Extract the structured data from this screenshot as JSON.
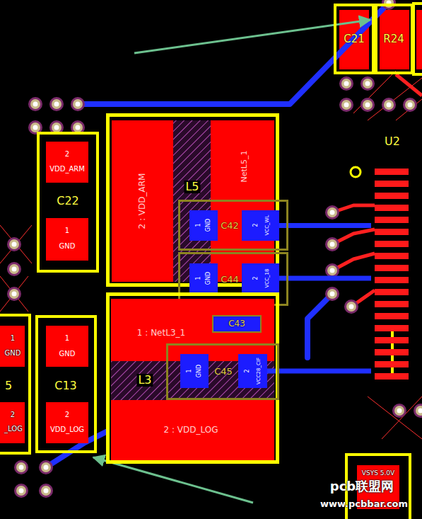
{
  "diagram": {
    "nodes": [
      {
        "text": [
          "C21"
        ]
      },
      {
        "text": [
          "R24"
        ]
      },
      {
        "text": [
          "U2"
        ]
      },
      {
        "text": [
          "C22"
        ]
      },
      {
        "text": [
          "2",
          "VDD_ARM"
        ],
        "in": 3
      },
      {
        "text": [
          "1",
          "GND"
        ],
        "in": 3
      },
      {
        "text": [
          "L5"
        ]
      },
      {
        "text": [
          "2 : VDD_ARM"
        ],
        "in": 6
      },
      {
        "text": [
          "NetL5_1"
        ],
        "in": 6
      },
      {
        "text": [
          "C42"
        ],
        "in": 6
      },
      {
        "text": [
          "1",
          "GND"
        ],
        "in": 9
      },
      {
        "text": [
          "2",
          "VCC_WL"
        ],
        "in": 9
      },
      {
        "text": [
          "C44"
        ],
        "in": 6
      },
      {
        "text": [
          "1",
          "GND"
        ],
        "in": 12
      },
      {
        "text": [
          "2",
          "VCC_18"
        ],
        "in": 12
      },
      {
        "text": [
          "C13"
        ]
      },
      {
        "text": [
          "1",
          "GND"
        ],
        "in": 15
      },
      {
        "text": [
          "2",
          "VDD_LOG"
        ],
        "in": 15
      },
      {
        "text": [
          "L3"
        ]
      },
      {
        "text": [
          "1 : NetL3_1"
        ],
        "in": 18
      },
      {
        "text": [
          "C43"
        ],
        "in": 18
      },
      {
        "text": [
          "C45"
        ],
        "in": 18
      },
      {
        "text": [
          "1",
          "GND"
        ],
        "in": 21
      },
      {
        "text": [
          "2",
          "VCC28_CIF"
        ],
        "in": 21
      },
      {
        "text": [
          "2 : VDD_LOG"
        ],
        "in": 18
      }
    ],
    "edges": [
      {
        "from": 11,
        "to": 2,
        "arrow": "none"
      },
      {
        "from": 14,
        "to": 2,
        "arrow": "none"
      },
      {
        "from": 23,
        "to": 2,
        "arrow": "none"
      }
    ],
    "labels": [
      "1",
      "GND",
      "5",
      "2",
      "_LOG",
      "VSYS 5.0V",
      "pcb联盟网",
      "www.pcbbar.com"
    ]
  }
}
